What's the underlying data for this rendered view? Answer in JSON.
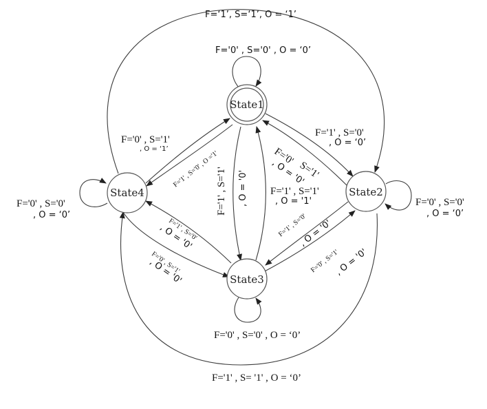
{
  "states": {
    "s1": "State1",
    "s2": "State2",
    "s3": "State3",
    "s4": "State4"
  },
  "labels": {
    "top_outer": "F=‘1’, S=‘1’, O = ‘1’",
    "s1_self": "F='0'  , S='0'  , O = ‘0’",
    "s1_s2_a": "F='1'  , S='0'",
    "s1_s2_b": ", O = ‘0’",
    "s4_s1_a": "F='0'  , S='1'",
    "s4_s1_b": ", O = ‘1’",
    "diag_s4_s1": "F='1' , S='0' , O ='1'",
    "s2_s1_a": "F='0'",
    "s2_s1_b": ", O = '0'",
    "s2_s1_c": "S='1'",
    "s3_s1_a": "F='1' , S='1'",
    "s3_s1_b": ", O = '1'",
    "s1_s3_a": "F='1' , S='1'",
    "s1_s3_b": ", O = '0'",
    "s4_self_a": "F='0'  , S='0'",
    "s4_self_b": ", O = ‘0’",
    "s2_self_a": "F='0'  , S='0'",
    "s2_self_b": ", O = ‘0’",
    "s2_s3_a": "F='1' , S='0'",
    "s2_s3_b": ", O = '0'",
    "s3_s2_a": "F='0' , S='1'",
    "s3_s2_b": ", O = '0'",
    "s3_s4_a": "F='1' , S='0'",
    "s3_s4_b": ", O = '0'",
    "s4_s3_a": "F='0' , S='1'",
    "s4_s3_b": ", O = '0'",
    "s3_self": "F='0'  , S='0'  , O = ‘0’",
    "bottom_outer": "F='1'  , S= '1'  , O = ‘0’"
  }
}
